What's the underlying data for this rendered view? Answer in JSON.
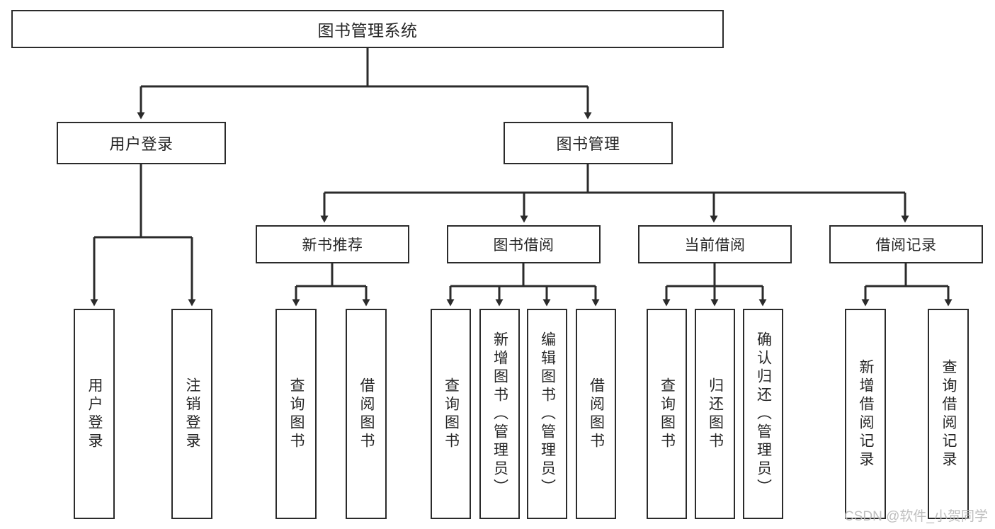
{
  "diagram": {
    "title": "图书管理系统",
    "type": "tree-hierarchy-chart",
    "colors": {
      "box_border": "#2b2b2b",
      "box_fill": "#ffffff",
      "connector": "#2b2b2b",
      "text": "#262626",
      "watermark": "#b9b9b9",
      "background": "#ffffff"
    },
    "root": {
      "label": "图书管理系统"
    },
    "tier1": [
      {
        "label": "用户登录"
      },
      {
        "label": "图书管理"
      }
    ],
    "tier2": [
      {
        "label": "新书推荐"
      },
      {
        "label": "图书借阅"
      },
      {
        "label": "当前借阅"
      },
      {
        "label": "借阅记录"
      }
    ],
    "leaves": {
      "user_login": [
        {
          "label": "用户登录"
        },
        {
          "label": "注销登录"
        }
      ],
      "new_book_recommend": [
        {
          "label": "查询图书"
        },
        {
          "label": "借阅图书"
        }
      ],
      "book_borrow": [
        {
          "label": "查询图书"
        },
        {
          "label": "新增图书（管理员）"
        },
        {
          "label": "编辑图书（管理员）"
        },
        {
          "label": "借阅图书"
        }
      ],
      "current_borrow": [
        {
          "label": "查询图书"
        },
        {
          "label": "归还图书"
        },
        {
          "label": "确认归还（管理员）"
        }
      ],
      "borrow_record": [
        {
          "label": "新增借阅记录"
        },
        {
          "label": "查询借阅记录"
        }
      ]
    },
    "watermark": "CSDN @软件_小贺同学"
  }
}
